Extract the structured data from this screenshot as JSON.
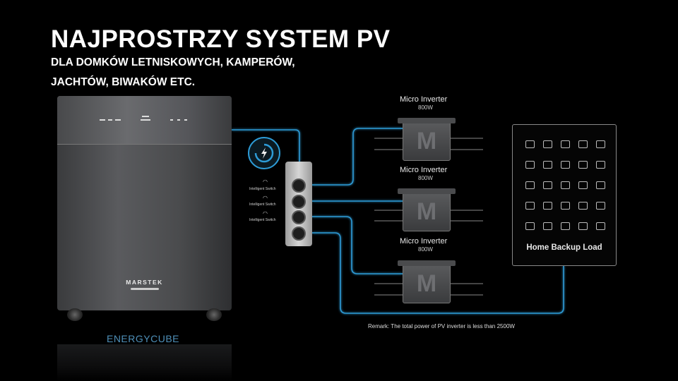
{
  "heading": {
    "title": "NAJPROSTRZY SYSTEM PV",
    "subtitle_line1": "DLA DOMKÓW LETNISKOWYCH, KAMPERÓW,",
    "subtitle_line2": "JACHTÓW, BIWAKÓW ETC."
  },
  "battery": {
    "brand": "MARSTEK",
    "caption": "ENERGYCUBE"
  },
  "switches": {
    "label": "Intelligent Switch",
    "count": 3
  },
  "inverters": [
    {
      "label": "Micro Inverter",
      "power": "800W"
    },
    {
      "label": "Micro Inverter",
      "power": "800W"
    },
    {
      "label": "Micro Inverter",
      "power": "800W"
    }
  ],
  "loads": {
    "label": "Home Backup Load",
    "icon_count": 25
  },
  "remark": "Remark:  The total power of PV inverter is less than 2500W",
  "colors": {
    "background": "#000000",
    "cable_glow": "#2d9bd6",
    "caption_blue": "#4e8fb8"
  }
}
